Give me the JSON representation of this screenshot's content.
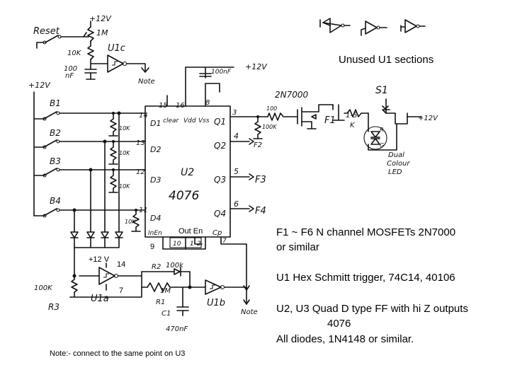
{
  "diagram": {
    "title_unused": "Unused U1 sections",
    "notes": {
      "mosfets_1": "F1 ~ F6 N channel MOSFETs 2N7000",
      "mosfets_2": "or similar",
      "u1": "U1 Hex Schmitt trigger, 74C14, 40106",
      "u23_1": "U2, U3 Quad D type FF with hi Z outputs",
      "u23_2": "4076",
      "diodes": "All diodes, 1N4148 or similar.",
      "footnote": "Note:- connect to the same point on U3"
    },
    "labels": {
      "reset": "Reset",
      "plus12_top": "+12V",
      "r_1m": "1M",
      "r_10k_reset": "10K",
      "c_100nf": "100",
      "c_100nf_b": "nF",
      "u1c": "U1c",
      "note_top": "Note",
      "plus12_left": "+12V",
      "b1": "B1",
      "b2": "B2",
      "b3": "B3",
      "b4": "B4",
      "r10k_a": "10K",
      "r10k_b": "10K",
      "r10k_c": "10K",
      "r10k_d": "10K",
      "pin14": "14",
      "pin13": "13",
      "pin12": "12",
      "pin11": "11",
      "pin15": "15",
      "pin16": "16",
      "pin8": "8",
      "pin3": "3",
      "pin4": "4",
      "pin5": "5",
      "pin6": "6",
      "pin9": "9",
      "pin10": "10",
      "pin1": "1",
      "pin2": "2",
      "pin7": "7",
      "d1": "D1",
      "d2": "D2",
      "d3": "D3",
      "d4": "D4",
      "clear": "clear",
      "vdd": "Vdd",
      "vss": "Vss",
      "q1": "Q1",
      "q2": "Q2",
      "q3": "Q3",
      "q4": "Q4",
      "u2": "U2",
      "chip": "4076",
      "inen": "InEn",
      "outen": "Out En",
      "cp": "Cp",
      "plus12_vdd": "+12V",
      "c_100nf_top": "100nF",
      "mosfet": "2N7000",
      "r100": "100",
      "r100k": "100K",
      "f1": "F1",
      "f2": "F2",
      "f3": "F3",
      "f4": "F4",
      "r_1_5k": "1-5",
      "r_1_5k_b": "K",
      "s1": "S1",
      "plus12_right": "+12V",
      "led_r": "R",
      "led_g": "G",
      "dual": "Dual",
      "colour": "Colour",
      "led": "LED",
      "u1a_plus": "+12 V",
      "u1a_14": "14",
      "u1a_7": "7",
      "u1a": "U1a",
      "r3": "R3",
      "r3_val": "100K",
      "r2": "R2",
      "r2_val": "100k",
      "r1": "R1",
      "r1_val": "1M",
      "c1": "C1",
      "c1_val": "470nF",
      "u1b": "U1b",
      "note_bottom": "Note"
    }
  }
}
